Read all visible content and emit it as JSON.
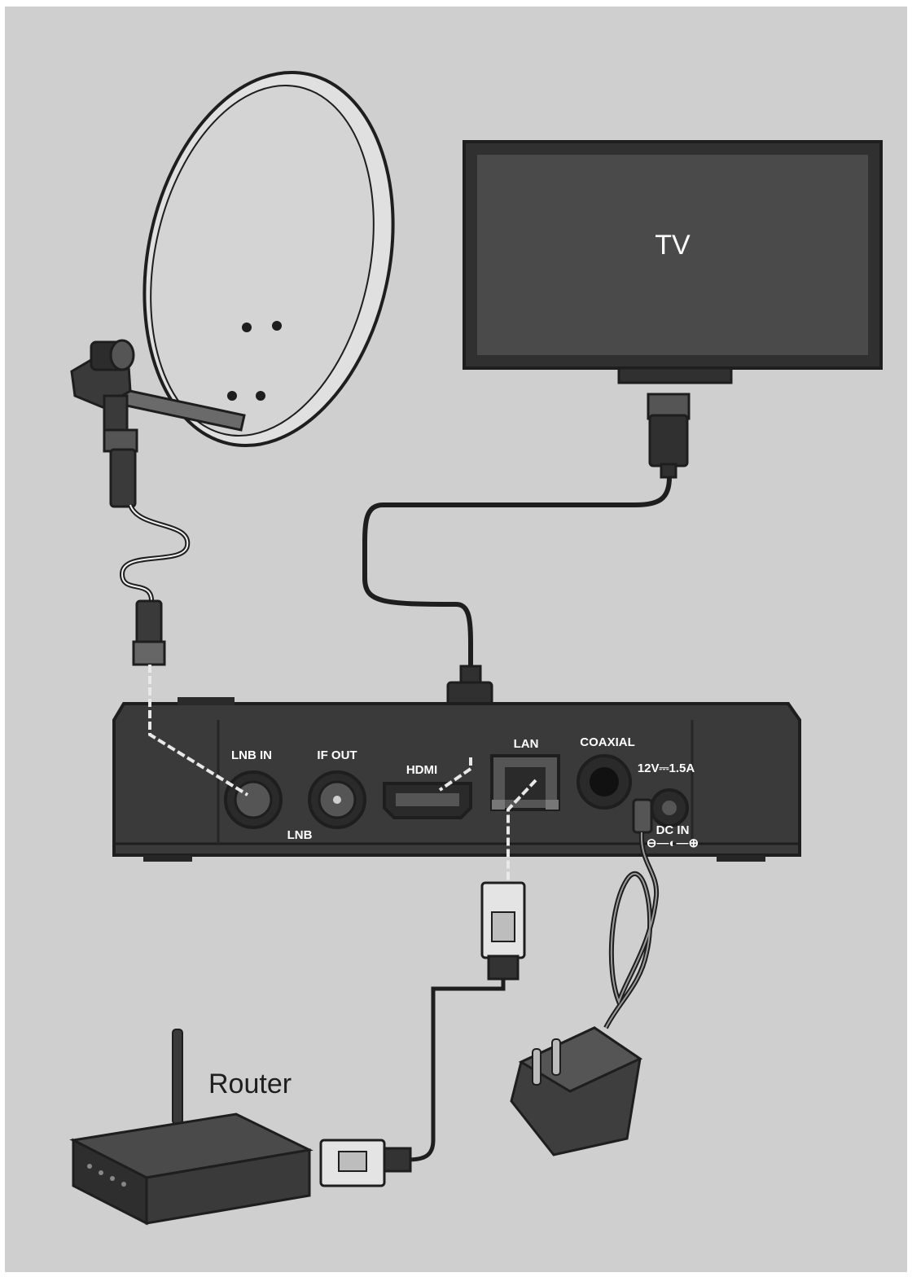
{
  "labels": {
    "tv": "TV",
    "router": "Router",
    "lnb_in": "LNB IN",
    "if_out": "IF OUT",
    "lnb": "LNB",
    "hdmi": "HDMI",
    "lan": "LAN",
    "coaxial": "COAXIAL",
    "power_rating": "12V⎓1.5A",
    "dc_in": "DC IN",
    "polarity": "⊖—◐—⊕"
  },
  "colors": {
    "background": "#cfcfcf",
    "frame": "#ffffff",
    "device": "#3a3a3a",
    "device_dark": "#262626",
    "tv_screen": "#4a4a4a",
    "outline": "#1e1e1e",
    "label_on_dark": "#ffffff",
    "label_on_light": "#1e1e1e"
  }
}
